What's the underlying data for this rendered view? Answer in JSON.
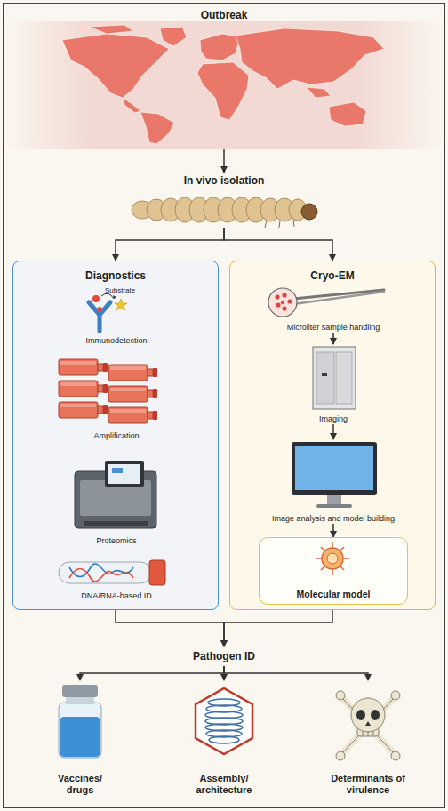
{
  "diagram": {
    "nodes": [
      {
        "text": [
          "Outbreak"
        ]
      },
      {
        "text": [
          "In vivo isolation"
        ]
      },
      {
        "text": [
          "Diagnostics"
        ]
      },
      {
        "text": [
          "Immunodetection"
        ],
        "in": 2
      },
      {
        "text": [
          "Amplification"
        ],
        "in": 2
      },
      {
        "text": [
          "Proteomics"
        ],
        "in": 2
      },
      {
        "text": [
          "DNA/RNA-based ID"
        ],
        "in": 2
      },
      {
        "text": [
          "Cryo-EM"
        ]
      },
      {
        "text": [
          "Microliter sample handling"
        ],
        "in": 7
      },
      {
        "text": [
          "Imaging"
        ],
        "in": 7
      },
      {
        "text": [
          "Image analysis and model building"
        ],
        "in": 7
      },
      {
        "text": [
          "Molecular model"
        ],
        "in": 7
      },
      {
        "text": [
          "Pathogen ID"
        ]
      },
      {
        "text": [
          "Vaccines/ drugs"
        ]
      },
      {
        "text": [
          "Assembly/ architecture"
        ]
      },
      {
        "text": [
          "Determinants of virulence"
        ]
      }
    ],
    "edges": [
      {
        "from": 0,
        "to": 1,
        "arrow": "to"
      },
      {
        "from": 1,
        "to": 2,
        "arrow": "to"
      },
      {
        "from": 1,
        "to": 7,
        "arrow": "to"
      },
      {
        "from": 8,
        "to": 9,
        "arrow": "to"
      },
      {
        "from": 9,
        "to": 10,
        "arrow": "to"
      },
      {
        "from": 10,
        "to": 11,
        "arrow": "to"
      },
      {
        "from": 2,
        "to": 12,
        "arrow": "to"
      },
      {
        "from": 7,
        "to": 12,
        "arrow": "to"
      },
      {
        "from": 12,
        "to": 13,
        "arrow": "to"
      },
      {
        "from": 12,
        "to": 14,
        "arrow": "to"
      },
      {
        "from": 12,
        "to": 15,
        "arrow": "to"
      }
    ],
    "labels": [
      "Substrate"
    ]
  }
}
